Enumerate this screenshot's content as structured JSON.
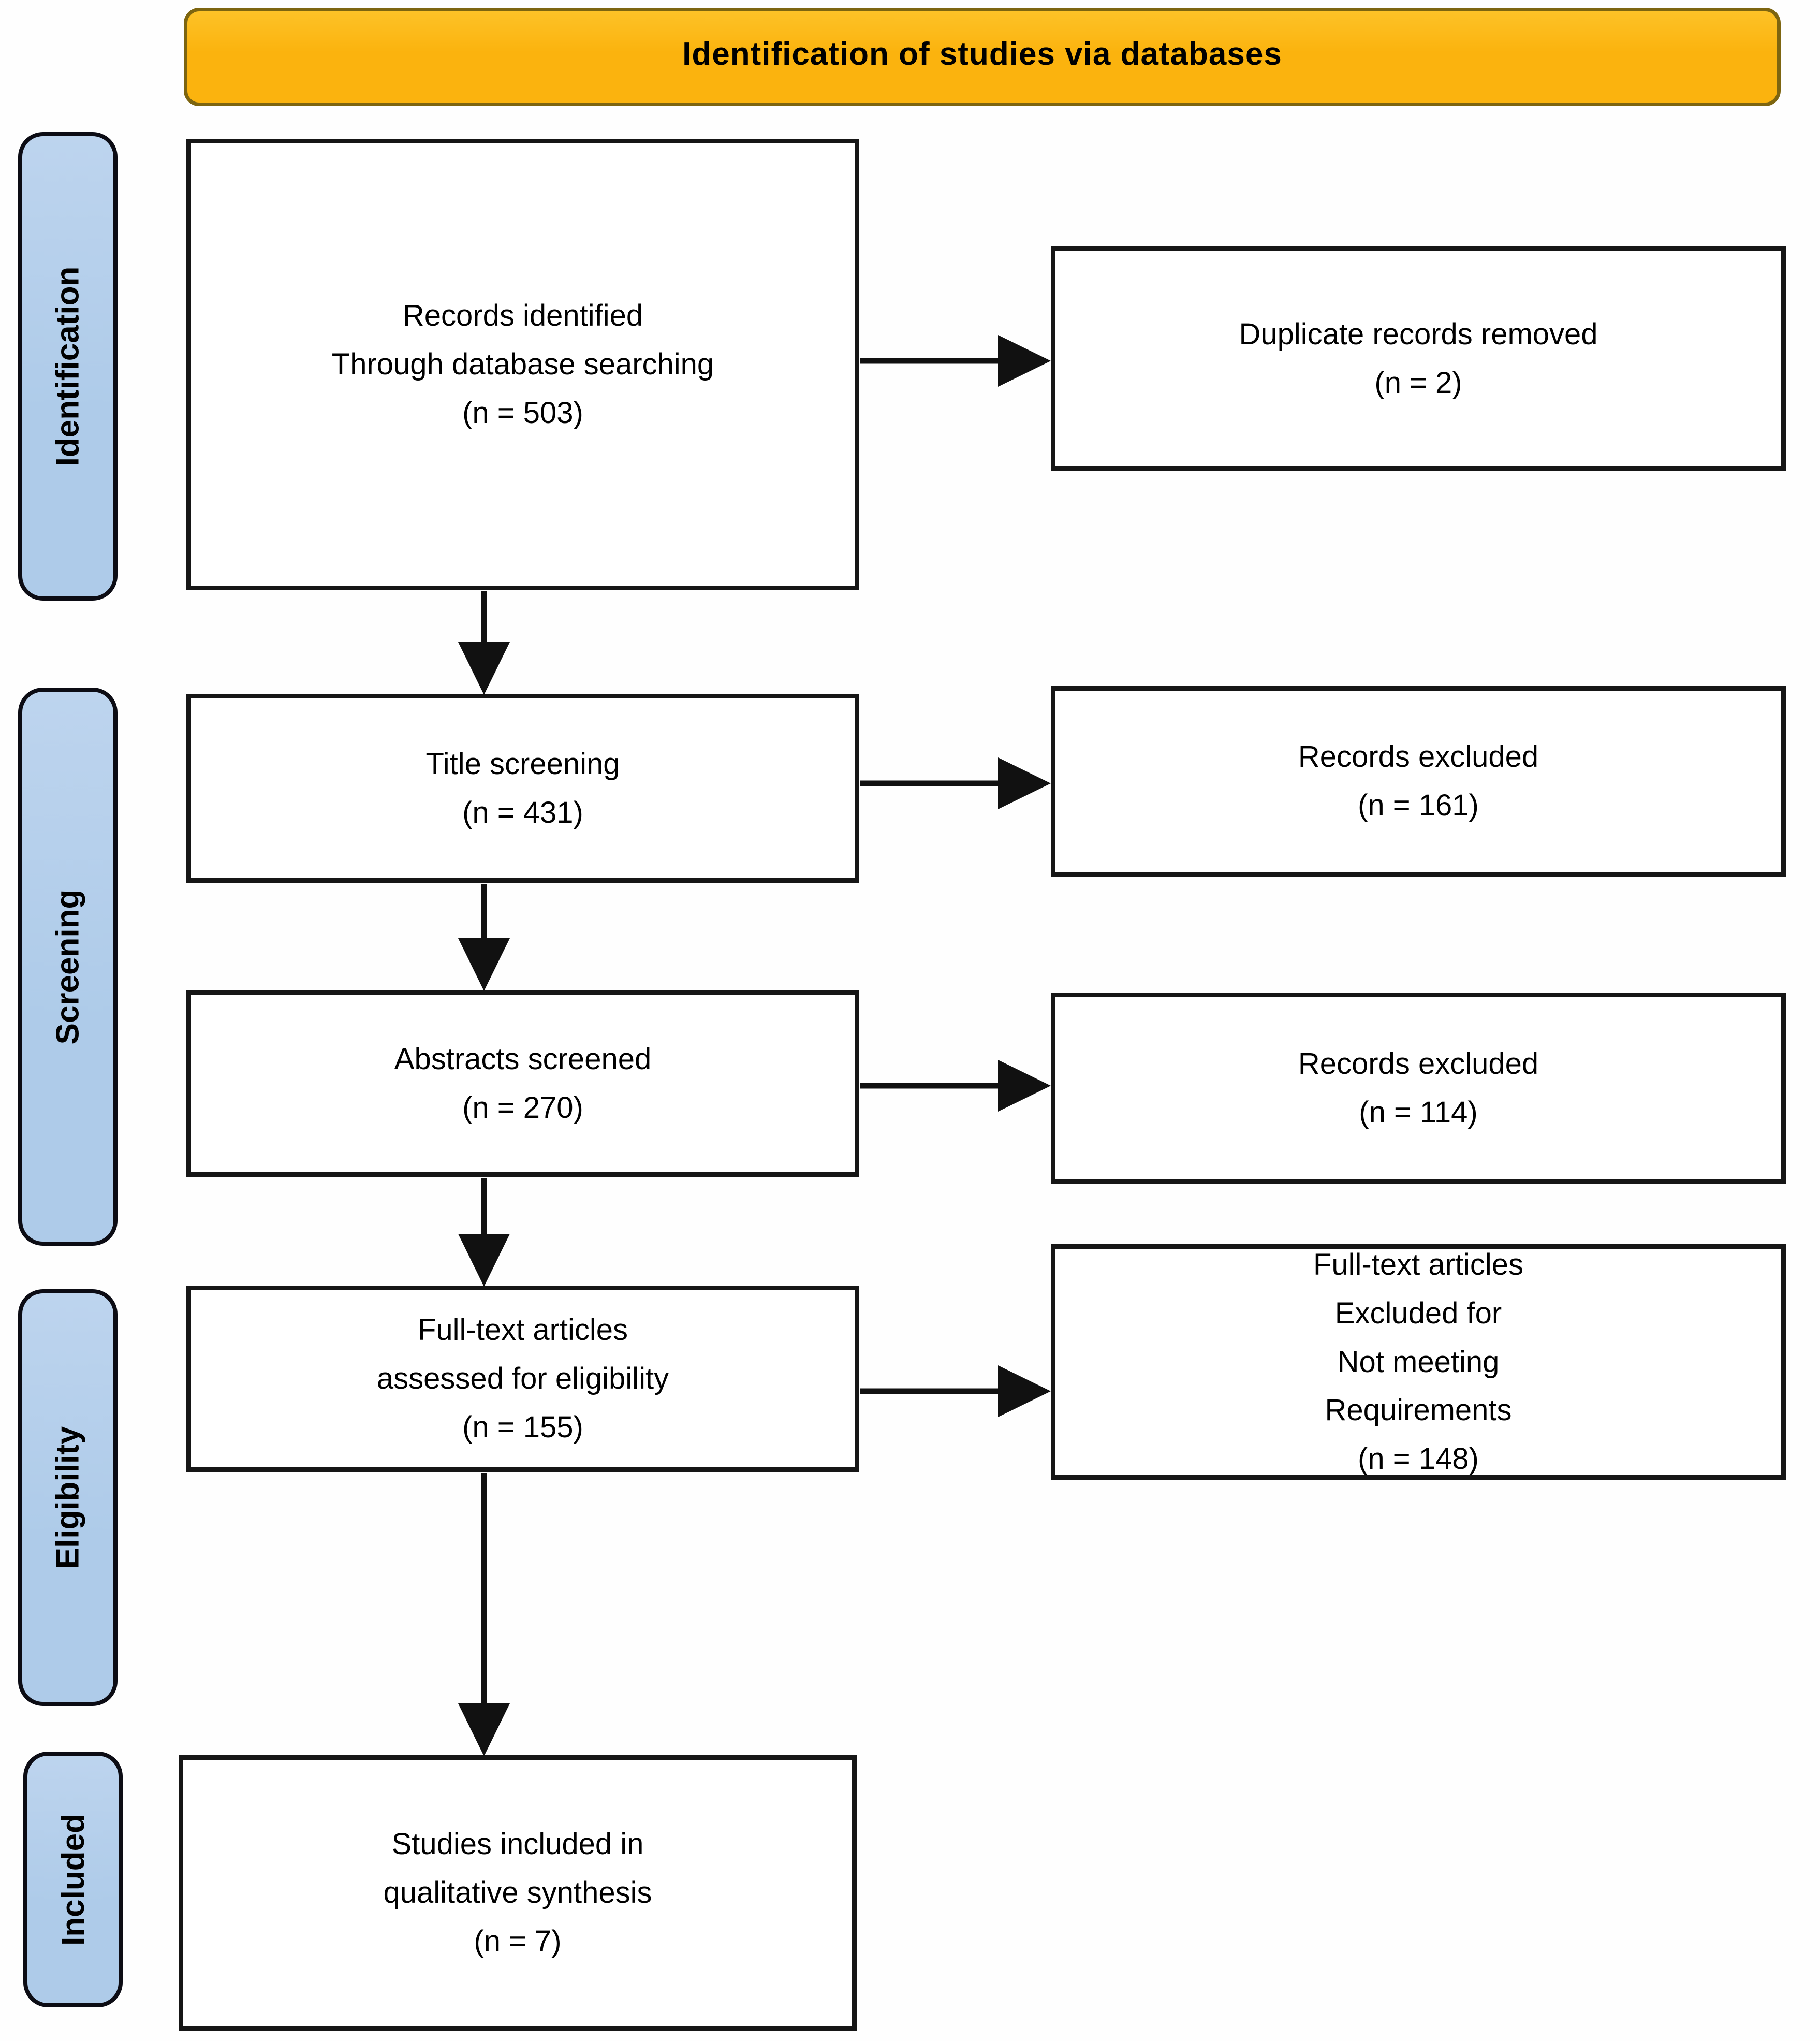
{
  "header": {
    "title": "Identification of studies via databases"
  },
  "sidebar": {
    "items": [
      {
        "label": "Identification"
      },
      {
        "label": "Screening"
      },
      {
        "label": "Eligibility"
      },
      {
        "label": "Included"
      }
    ]
  },
  "flow": {
    "main": [
      {
        "id": "records-identified",
        "lines": [
          "Records identified",
          "Through database searching",
          "(n = 503)"
        ]
      },
      {
        "id": "title-screening",
        "lines": [
          "Title screening",
          "(n = 431)"
        ]
      },
      {
        "id": "abstracts-screened",
        "lines": [
          "Abstracts screened",
          "(n = 270)"
        ]
      },
      {
        "id": "fulltext-assessed",
        "lines": [
          "Full-text articles",
          "assessed for eligibility",
          "(n = 155)"
        ]
      },
      {
        "id": "studies-included",
        "lines": [
          "Studies included in",
          "qualitative synthesis",
          "(n = 7)"
        ]
      }
    ],
    "excluded": [
      {
        "id": "duplicates-removed",
        "lines": [
          "Duplicate records removed",
          "(n = 2)"
        ]
      },
      {
        "id": "records-excluded-title",
        "lines": [
          "Records excluded",
          "(n = 161)"
        ]
      },
      {
        "id": "records-excluded-abstract",
        "lines": [
          "Records excluded",
          "(n = 114)"
        ]
      },
      {
        "id": "fulltext-excluded",
        "lines": [
          "Full-text articles",
          "Excluded for",
          "Not meeting",
          "Requirements",
          "(n = 148)"
        ]
      }
    ]
  },
  "colors": {
    "banner_bg": "#fbb30e",
    "banner_bg_light": "#fdc227",
    "banner_border": "#7d6510",
    "sidebar_bg": "#aecbe9",
    "sidebar_bg_light": "#bdd4ee",
    "box_border": "#161616",
    "arrow": "#111111",
    "text": "#000000",
    "page_bg": "#fefefe"
  }
}
